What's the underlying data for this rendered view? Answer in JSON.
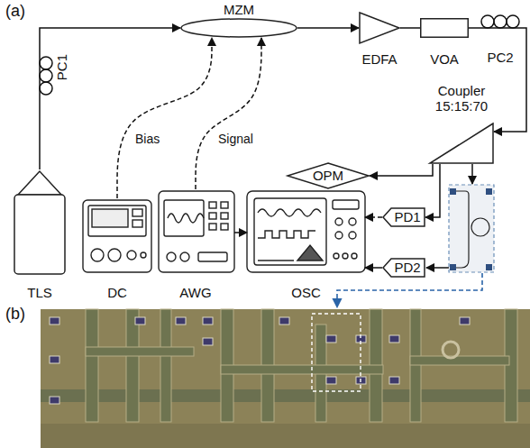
{
  "diagram": {
    "nodes": [
      {
        "text": [
          "MZM"
        ]
      },
      {
        "text": [
          "EDFA"
        ]
      },
      {
        "text": [
          "VOA"
        ]
      },
      {
        "text": [
          "PC2"
        ]
      },
      {
        "text": [
          "PC1"
        ]
      },
      {
        "text": [
          "Coupler 15:15:70"
        ]
      },
      {
        "text": [
          "OPM"
        ]
      },
      {
        "text": [
          "PD1"
        ]
      },
      {
        "text": [
          "TLS"
        ]
      },
      {
        "text": [
          "DC"
        ]
      },
      {
        "text": [
          "AWG"
        ]
      },
      {
        "text": [
          "OSC"
        ]
      },
      {
        "text": [
          "PD2"
        ]
      }
    ],
    "edges": [
      {
        "from": 8,
        "to": 4,
        "arrow": "none"
      },
      {
        "from": 4,
        "to": 0,
        "arrow": "to"
      },
      {
        "from": 0,
        "to": 1,
        "arrow": "to"
      },
      {
        "from": 1,
        "to": 2,
        "arrow": "none"
      },
      {
        "from": 2,
        "to": 3,
        "arrow": "none"
      },
      {
        "from": 3,
        "to": 5,
        "arrow": "to"
      },
      {
        "from": 5,
        "to": 6,
        "arrow": "to"
      },
      {
        "from": 5,
        "to": 7,
        "arrow": "to"
      },
      {
        "from": 9,
        "to": 0,
        "label": "Bias",
        "arrow": "to"
      },
      {
        "from": 10,
        "to": 0,
        "label": "Signal",
        "arrow": "to"
      },
      {
        "from": 10,
        "to": 11,
        "arrow": "to"
      },
      {
        "from": 7,
        "to": 11,
        "arrow": "to"
      },
      {
        "from": 12,
        "to": 11,
        "arrow": "to"
      }
    ],
    "labels": [
      "(a)",
      "(b)"
    ]
  }
}
